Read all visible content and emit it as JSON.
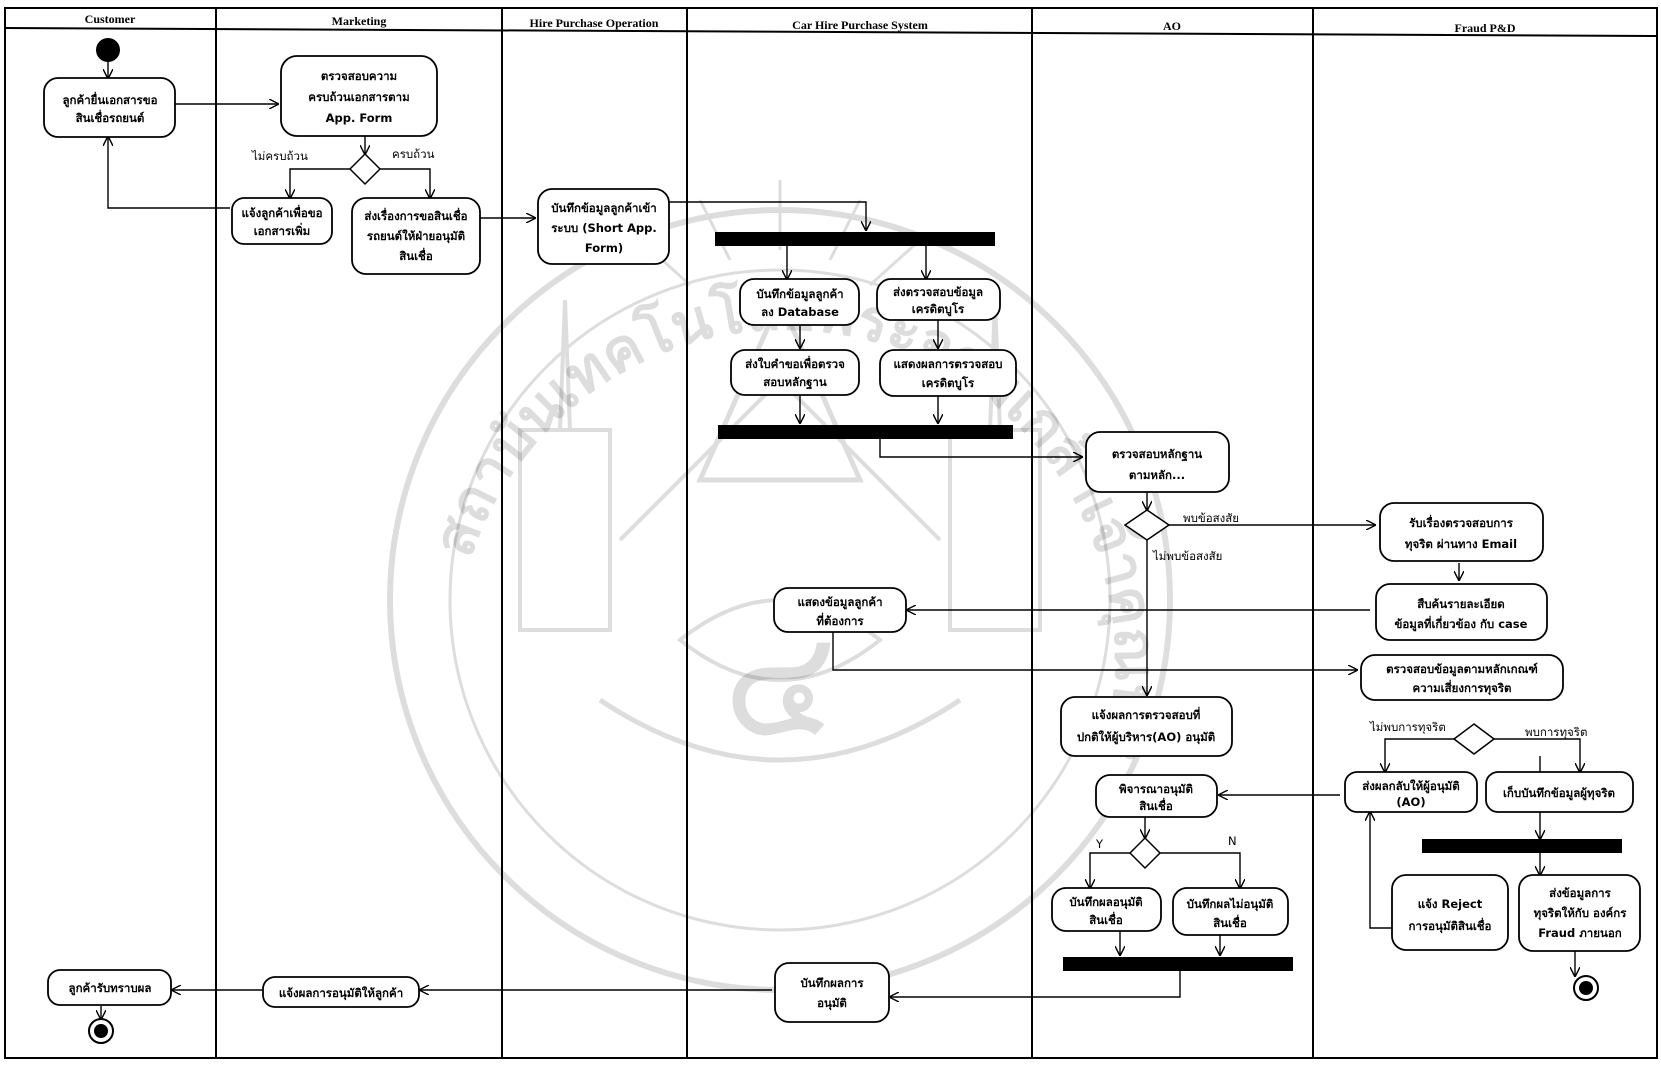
{
  "lanes": [
    "Customer",
    "Marketing",
    "Hire Purchase Operation",
    "Car Hire Purchase System",
    "AO",
    "Fraud P&D"
  ],
  "nodes": {
    "customer_submit": [
      "ลูกค้ายื่นเอกสารขอ",
      "สินเชื่อรถยนต์"
    ],
    "mkt_check": [
      "ตรวจสอบความ",
      "ครบถ้วนเอกสารตาม",
      "App. Form"
    ],
    "mkt_notify_more": [
      "แจ้งลูกค้าเพื่อขอ",
      "เอกสารเพิ่ม"
    ],
    "mkt_send": [
      "ส่งเรื่องการขอสินเชื่อ",
      "รถยนต์ให้ฝ่ายอนุมัติ",
      "สินเชื่อ"
    ],
    "hpo_record": [
      "บันทึกข้อมูลลูกค้าเข้า",
      "ระบบ (Short App.",
      "Form)"
    ],
    "sys_save_db": [
      "บันทึกข้อมูลลูกค้า",
      "ลง Database"
    ],
    "sys_send_credit": [
      "ส่งตรวจสอบข้อมูล",
      "เครดิตบูโร"
    ],
    "sys_send_req": [
      "ส่งใบคำขอเพื่อตรวจ",
      "สอบหลักฐาน"
    ],
    "sys_show_credit": [
      "แสดงผลการตรวจสอบ",
      "เครดิตบูโร"
    ],
    "sys_show_cust": [
      "แสดงข้อมูลลูกค้า",
      "ที่ต้องการ"
    ],
    "sys_save_result": [
      "บันทึกผลการ",
      "อนุมัติ"
    ],
    "ao_check": [
      "ตรวจสอบหลักฐาน",
      "ตามหลัก..."
    ],
    "ao_report": [
      "แจ้งผลการตรวจสอบที่",
      "ปกติให้ผู้บริหาร(AO) อนุมัติ"
    ],
    "ao_consider": [
      "พิจารณาอนุมัติ",
      "สินเชื่อ"
    ],
    "ao_approve": [
      "บันทึกผลอนุมัติ",
      "สินเชื่อ"
    ],
    "ao_reject": [
      "บันทึกผลไม่อนุมัติ",
      "สินเชื่อ"
    ],
    "fraud_receive": [
      "รับเรื่องตรวจสอบการ",
      "ทุจริต ผ่านทาง Email"
    ],
    "fraud_search": [
      "สืบค้นรายละเอียด",
      "ข้อมูลที่เกี่ยวข้อง กับ case"
    ],
    "fraud_verify": [
      "ตรวจสอบข้อมูลตามหลักเกณฑ์",
      "ความเสี่ยงการทุจริต"
    ],
    "fraud_return": [
      "ส่งผลกลับให้ผู้อนุมัติ",
      "(AO)"
    ],
    "fraud_keep": [
      "เก็บบันทึกข้อมูลผู้ทุจริต"
    ],
    "fraud_notify_reject": [
      "แจ้ง Reject",
      "การอนุมัติสินเชื่อ"
    ],
    "fraud_send_ext": [
      "ส่งข้อมูลการ",
      "ทุจริตให้กับ องค์กร",
      "Fraud ภายนอก"
    ],
    "mkt_notify_result": [
      "แจ้งผลการอนุมัติให้ลูกค้า"
    ],
    "customer_receive": [
      "ลูกค้ารับทราบผล"
    ]
  },
  "guards": {
    "incomplete": "ไม่ครบถ้วน",
    "complete": "ครบถ้วน",
    "suspicious": "พบข้อสงสัย",
    "not_suspicious": "ไม่พบข้อสงสัย",
    "no_fraud": "ไม่พบการทุจริต",
    "fraud": "พบการทุจริต",
    "yes": "Y",
    "no": "N"
  },
  "watermark": {
    "top_arc": "สถาบันเทคโนโลยีพระจอมเกล้าเจ้าคุณทหารลาดกระบัง",
    "center_glyph": "๔"
  }
}
